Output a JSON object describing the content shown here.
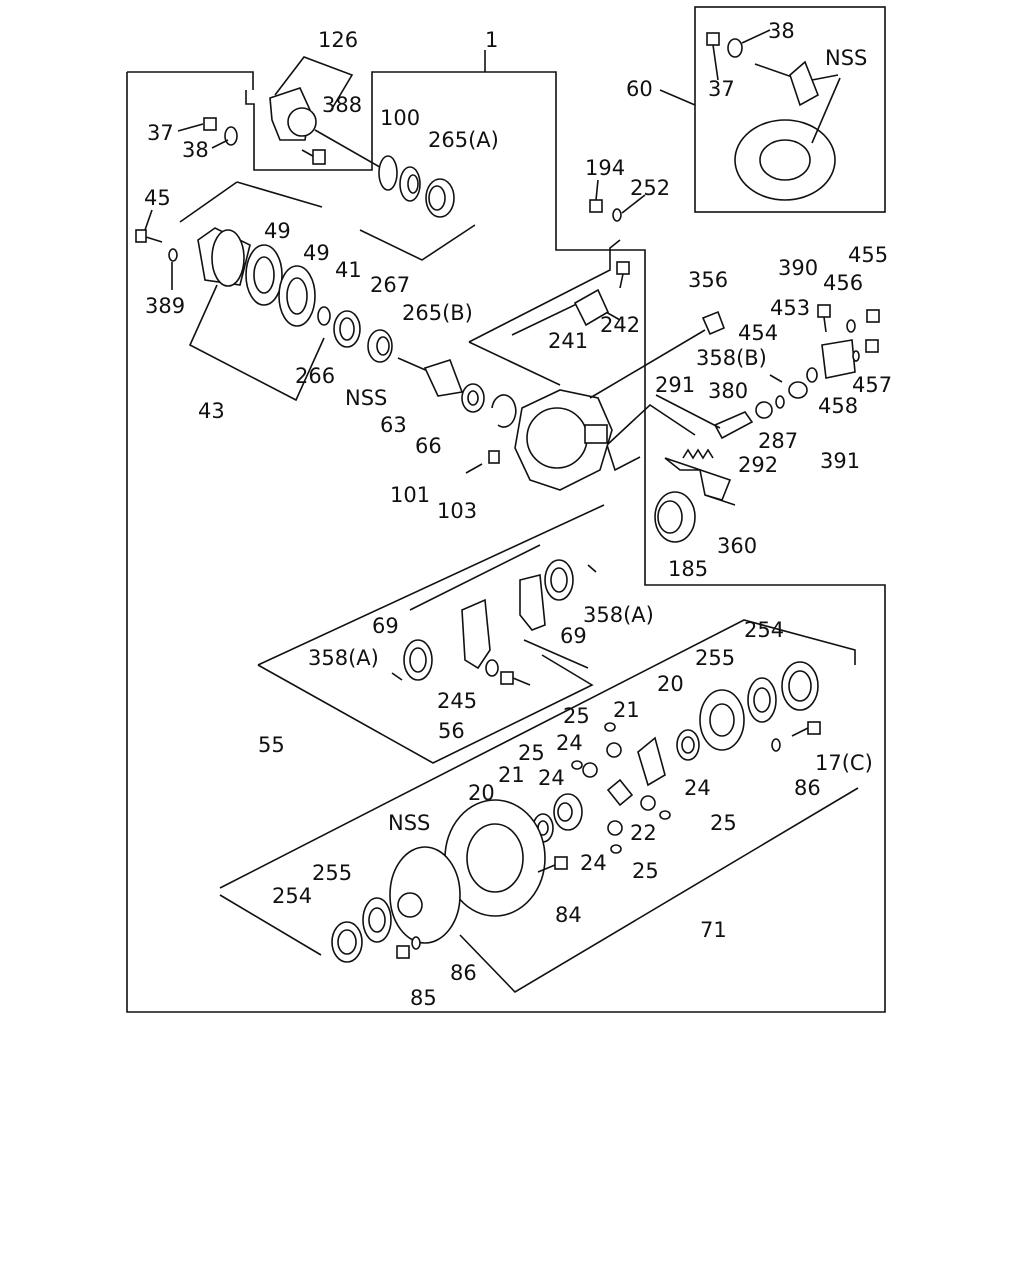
{
  "labels": {
    "l1": "1",
    "l126": "126",
    "l388": "388",
    "l37a": "37",
    "l38a": "38",
    "l100": "100",
    "l265a": "265(A)",
    "l45": "45",
    "l389": "389",
    "l49a": "49",
    "l49b": "49",
    "l41": "41",
    "l267": "267",
    "l265b": "265(B)",
    "l266": "266",
    "l43": "43",
    "lnss1": "NSS",
    "l63": "63",
    "l66": "66",
    "l101": "101",
    "l103": "103",
    "l194": "194",
    "l252": "252",
    "l241": "241",
    "l242": "242",
    "l356": "356",
    "l390": "390",
    "l455": "455",
    "l456": "456",
    "l453": "453",
    "l454": "454",
    "l358b": "358(B)",
    "l291": "291",
    "l380": "380",
    "l457": "457",
    "l458": "458",
    "l287": "287",
    "l391": "391",
    "l292": "292",
    "l360": "360",
    "l185": "185",
    "l38b": "38",
    "l37b": "37",
    "lnss2": "NSS",
    "l60": "60",
    "l358a1": "358(A)",
    "l69a": "69",
    "l69b": "69",
    "l358a2": "358(A)",
    "l245": "245",
    "l56": "56",
    "l55": "55",
    "l254a": "254",
    "l255a": "255",
    "l20a": "20",
    "l21a": "21",
    "l25a": "25",
    "l24a": "24",
    "l25b": "25",
    "l17c": "17(C)",
    "l86a": "86",
    "l21b": "21",
    "l24b": "24",
    "l20b": "20",
    "l24c": "24",
    "l25c": "25",
    "lnss3": "NSS",
    "l22": "22",
    "l24d": "24",
    "l25d": "25",
    "l84": "84",
    "l255b": "255",
    "l254b": "254",
    "l71": "71",
    "l86b": "86",
    "l85": "85"
  }
}
